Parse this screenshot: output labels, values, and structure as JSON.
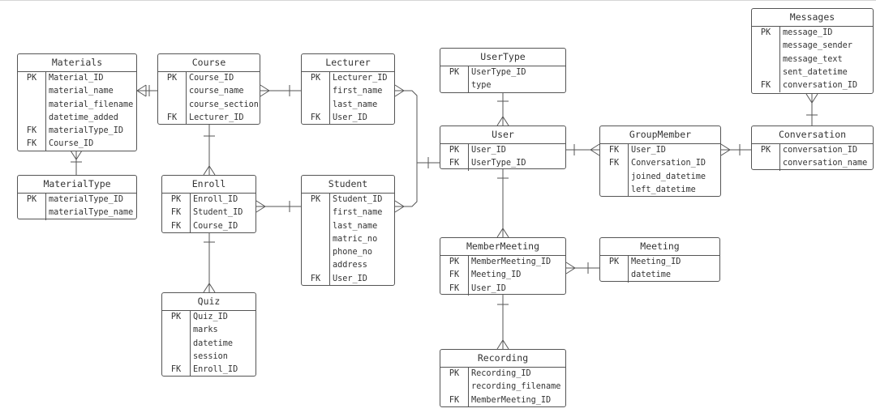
{
  "entities": {
    "materials": {
      "title": "Materials",
      "attributes": [
        {
          "key": "PK",
          "name": "Material_ID"
        },
        {
          "key": "",
          "name": "material_name"
        },
        {
          "key": "",
          "name": "material_filename"
        },
        {
          "key": "",
          "name": "datetime_added"
        },
        {
          "key": "FK",
          "name": "materialType_ID"
        },
        {
          "key": "FK",
          "name": "Course_ID"
        }
      ]
    },
    "materialtype": {
      "title": "MaterialType",
      "attributes": [
        {
          "key": "PK",
          "name": "materialType_ID"
        },
        {
          "key": "",
          "name": "materialType_name"
        }
      ]
    },
    "course": {
      "title": "Course",
      "attributes": [
        {
          "key": "PK",
          "name": "Course_ID"
        },
        {
          "key": "",
          "name": "course_name"
        },
        {
          "key": "",
          "name": "course_section"
        },
        {
          "key": "FK",
          "name": "Lecturer_ID"
        }
      ]
    },
    "lecturer": {
      "title": "Lecturer",
      "attributes": [
        {
          "key": "PK",
          "name": "Lecturer_ID"
        },
        {
          "key": "",
          "name": "first_name"
        },
        {
          "key": "",
          "name": "last_name"
        },
        {
          "key": "FK",
          "name": "User_ID"
        }
      ]
    },
    "enroll": {
      "title": "Enroll",
      "attributes": [
        {
          "key": "PK",
          "name": "Enroll_ID"
        },
        {
          "key": "FK",
          "name": "Student_ID"
        },
        {
          "key": "FK",
          "name": "Course_ID"
        }
      ]
    },
    "student": {
      "title": "Student",
      "attributes": [
        {
          "key": "PK",
          "name": "Student_ID"
        },
        {
          "key": "",
          "name": "first_name"
        },
        {
          "key": "",
          "name": "last_name"
        },
        {
          "key": "",
          "name": "matric_no"
        },
        {
          "key": "",
          "name": "phone_no"
        },
        {
          "key": "",
          "name": "address"
        },
        {
          "key": "FK",
          "name": "User_ID"
        }
      ]
    },
    "quiz": {
      "title": "Quiz",
      "attributes": [
        {
          "key": "PK",
          "name": "Quiz_ID"
        },
        {
          "key": "",
          "name": "marks"
        },
        {
          "key": "",
          "name": "datetime"
        },
        {
          "key": "",
          "name": "session"
        },
        {
          "key": "FK",
          "name": "Enroll_ID"
        }
      ]
    },
    "usertype": {
      "title": "UserType",
      "attributes": [
        {
          "key": "PK",
          "name": "UserType_ID"
        },
        {
          "key": "",
          "name": "type"
        }
      ]
    },
    "user": {
      "title": "User",
      "attributes": [
        {
          "key": "PK",
          "name": "User_ID"
        },
        {
          "key": "FK",
          "name": "UserType_ID"
        }
      ]
    },
    "groupmember": {
      "title": "GroupMember",
      "attributes": [
        {
          "key": "FK",
          "name": "User_ID"
        },
        {
          "key": "FK",
          "name": "Conversation_ID"
        },
        {
          "key": "",
          "name": "joined_datetime"
        },
        {
          "key": "",
          "name": "left_datetime"
        }
      ]
    },
    "messages": {
      "title": "Messages",
      "attributes": [
        {
          "key": "PK",
          "name": "message_ID"
        },
        {
          "key": "",
          "name": "message_sender"
        },
        {
          "key": "",
          "name": "message_text"
        },
        {
          "key": "",
          "name": "sent_datetime"
        },
        {
          "key": "FK",
          "name": "conversation_ID"
        }
      ]
    },
    "conversation": {
      "title": "Conversation",
      "attributes": [
        {
          "key": "PK",
          "name": "conversation_ID"
        },
        {
          "key": "",
          "name": "conversation_name"
        }
      ]
    },
    "membermeeting": {
      "title": "MemberMeeting",
      "attributes": [
        {
          "key": "PK",
          "name": "MemberMeeting_ID"
        },
        {
          "key": "FK",
          "name": "Meeting_ID"
        },
        {
          "key": "FK",
          "name": "User_ID"
        }
      ]
    },
    "meeting": {
      "title": "Meeting",
      "attributes": [
        {
          "key": "PK",
          "name": "Meeting_ID"
        },
        {
          "key": "",
          "name": "datetime"
        }
      ]
    },
    "recording": {
      "title": "Recording",
      "attributes": [
        {
          "key": "PK",
          "name": "Recording_ID"
        },
        {
          "key": "",
          "name": "recording_filename"
        },
        {
          "key": "FK",
          "name": "MemberMeeting_ID"
        }
      ]
    }
  }
}
